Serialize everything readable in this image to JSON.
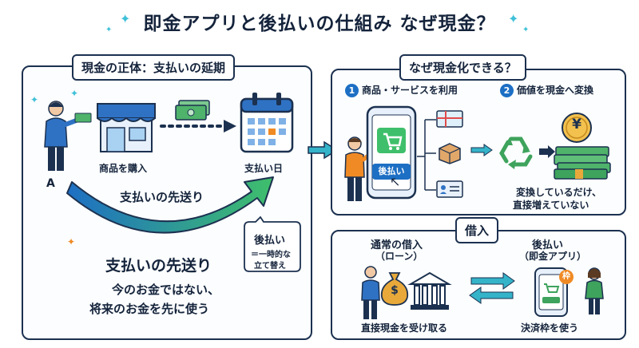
{
  "title": "即金アプリと後払いの仕組み なぜ現金？",
  "left_panel": {
    "heading": "現金の正体：支払いの延期",
    "person_label": "A",
    "shop_label": "商品を購入",
    "payday_label": "支払い日",
    "arrow_caption": "支払いの先送り",
    "bubble_title": "後払い",
    "bubble_line1": "＝一時的な",
    "bubble_line2": "立て替え",
    "main_caption": "支払いの先送り",
    "sub_line1": "今のお金ではない、",
    "sub_line2": "将来のお金を先に使う"
  },
  "right_top": {
    "heading": "なぜ現金化できる？",
    "step1_num": "1",
    "step1_label": "商品・サービスを利用",
    "step2_num": "2",
    "step2_label": "価値を現金へ変換",
    "phone_button": "後払い",
    "yen_symbol": "¥",
    "note_line1": "変換しているだけ、",
    "note_line2": "直接増えていない"
  },
  "right_bottom": {
    "heading": "借入",
    "left_title": "通常の借入",
    "left_sub": "（ローン）",
    "left_caption": "直接現金を受け取る",
    "dollar_symbol": "$",
    "right_title": "後払い",
    "right_sub": "（即金アプリ）",
    "right_caption": "決済枠を使う",
    "badge": "枠"
  },
  "colors": {
    "navy": "#1c3150",
    "blue": "#1d6fc4",
    "teal": "#34b3c9",
    "green": "#3ea35c",
    "orange": "#f08a24",
    "gold": "#e8a93a"
  }
}
